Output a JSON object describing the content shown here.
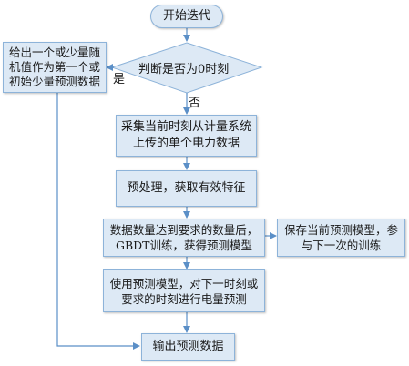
{
  "nodes": {
    "start": "开始迭代",
    "decision": "判断是否为0时刻",
    "init_values": "给出一个或少量随机值作为第一个或初始少量预测数据",
    "collect": "采集当前时刻从计量系统上传的单个电力数据",
    "preprocess": "预处理，获取有效特征",
    "train": "数据数量达到要求的数量后，GBDT训练，获得预测模型",
    "save_model": "保存当前预测模型，参与下一次的训练",
    "predict": "使用预测模型，对下一时刻或要求的时刻进行电量预测",
    "output": "输出预测数据"
  },
  "edge_labels": {
    "yes": "是",
    "no": "否"
  },
  "colors": {
    "fill": "#dde9f5",
    "border": "#8db3d9",
    "line": "#5b8fc7"
  }
}
